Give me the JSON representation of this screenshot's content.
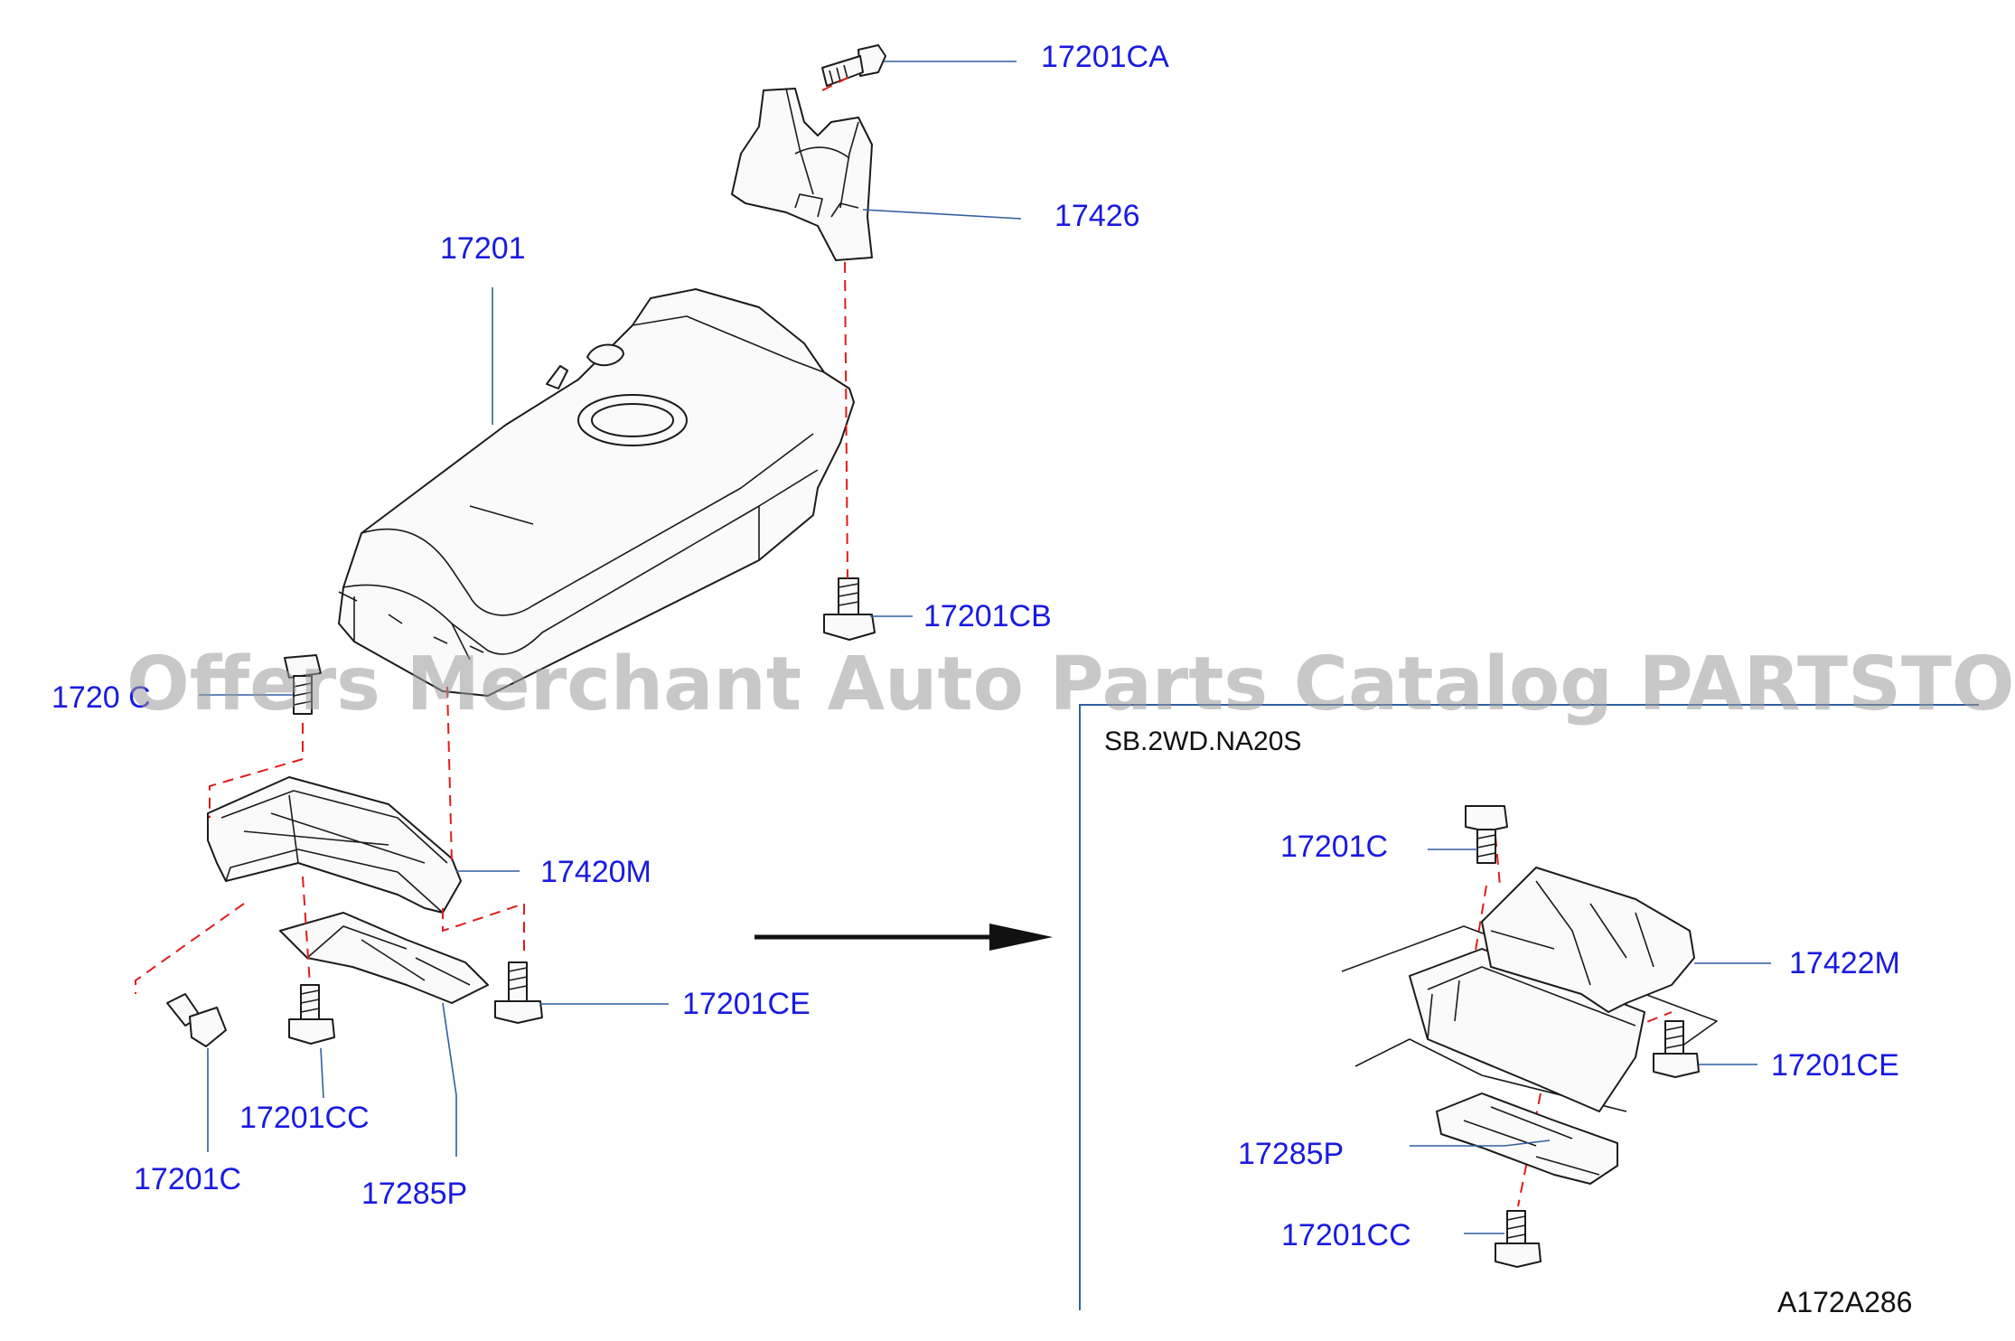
{
  "labels": {
    "p17201CA": "17201CA",
    "p17426": "17426",
    "p17201": "17201",
    "p17201CB": "17201CB",
    "p1720C_left": "1720 C",
    "p17420M": "17420M",
    "p17201CE_left": "17201CE",
    "p17201CC_left": "17201CC",
    "p17201C_left": "17201C",
    "p17285P_left": "17285P",
    "p17201C_right": "17201C",
    "p17422M": "17422M",
    "p17201CE_right": "17201CE",
    "p17285P_right": "17285P",
    "p17201CC_right": "17201CC"
  },
  "variant": "SB.2WD.NA20S",
  "diagram_code": "A172A286",
  "watermark": "Offers Merchant Auto Parts Catalog PARTSTORE.SA",
  "colors": {
    "label": "#1a1ae0",
    "leader": "#2f5fa0",
    "dashed_guide": "#e21b1b",
    "outline": "#1b1b1b"
  }
}
